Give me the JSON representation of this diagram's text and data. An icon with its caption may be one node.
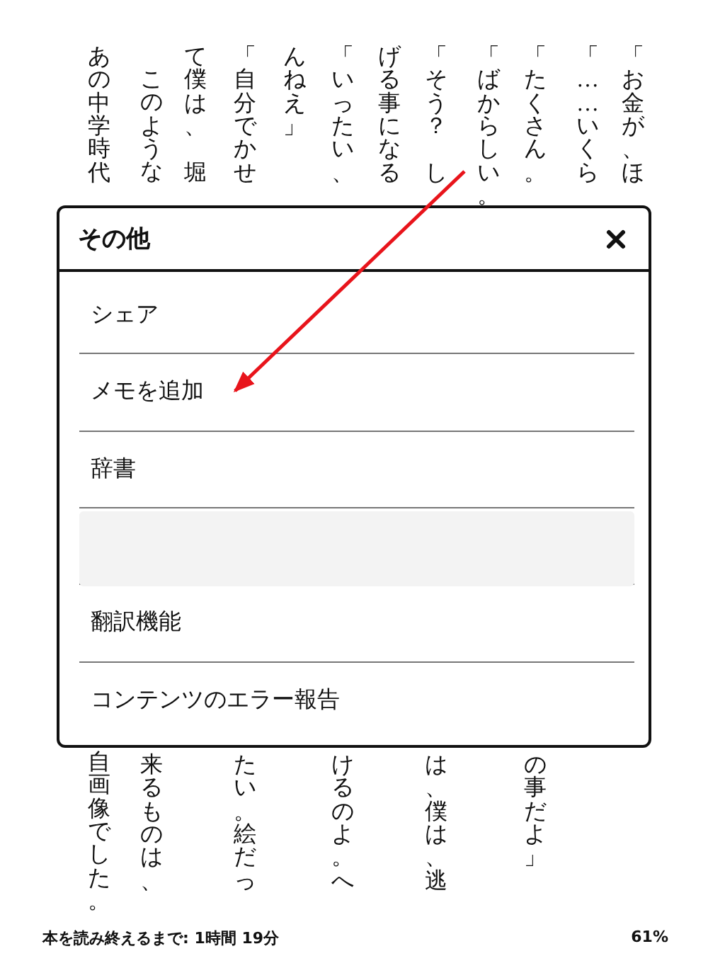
{
  "diagram": {
    "nodes": [
      {
        "text": [
          "その他"
        ]
      },
      {
        "text": [
          "シェア"
        ],
        "in": 0
      },
      {
        "text": [
          "メモを追加"
        ],
        "in": 0
      },
      {
        "text": [
          "辞書"
        ],
        "in": 0
      },
      {
        "text": [],
        "shape": "box",
        "in": 0
      },
      {
        "text": [
          "翻訳機能"
        ],
        "in": 0
      },
      {
        "text": [
          "コンテンツのエラー報告"
        ],
        "in": 0
      }
    ],
    "edges": [
      {
        "from": null,
        "to": 2,
        "arrow": "to"
      }
    ],
    "labels": [
      "「お金が、ほ",
      "「……いくら",
      "「たくさん。",
      "「ばからしい。",
      "「そう？",
      "し",
      "げる事になる",
      "「いったい、",
      "んねえ」",
      "「自分でかせ",
      "て僕は、",
      "堀",
      "このような",
      "あの中学時代",
      "の事だよ」",
      "は、僕は、逃",
      "けるのよ。へ",
      "たい。絵だっ",
      "来るものは、",
      "自画像でした。",
      "本を読み終えるまで: 1時間 19分",
      "61%"
    ]
  }
}
